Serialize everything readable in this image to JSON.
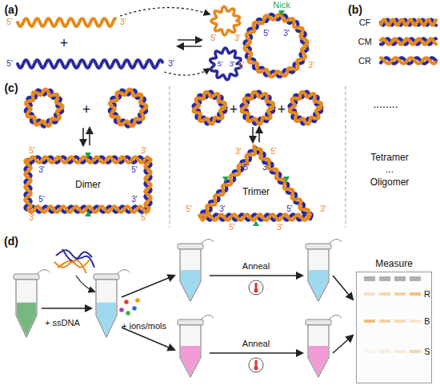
{
  "diagram": {
    "nodes": [
      {
        "text": [
          "Measure"
        ]
      }
    ],
    "labels": [
      "(a)",
      "5'",
      "3'",
      "+",
      "5'",
      "3'",
      "5'",
      "3'",
      "5'",
      "3'",
      "Nick",
      "5'",
      "3'",
      "5'",
      "3'",
      "(b)",
      "CF",
      "CM",
      "CR",
      "(c)",
      "+",
      "5'",
      "3'",
      "3'",
      "5'",
      "Dimer",
      "5'",
      "3'",
      "3'",
      "5'",
      "+",
      "+",
      "3'",
      "5'",
      "5'",
      "3'",
      "5'",
      "3'",
      "5'",
      "3'",
      "3'",
      "5'",
      "Trimer",
      "........",
      "Tetramer",
      "...",
      "Oligomer",
      "(d)",
      "+ ssDNA",
      "+ ions/mols",
      "Anneal",
      "Anneal",
      "R",
      "B",
      "S"
    ]
  }
}
